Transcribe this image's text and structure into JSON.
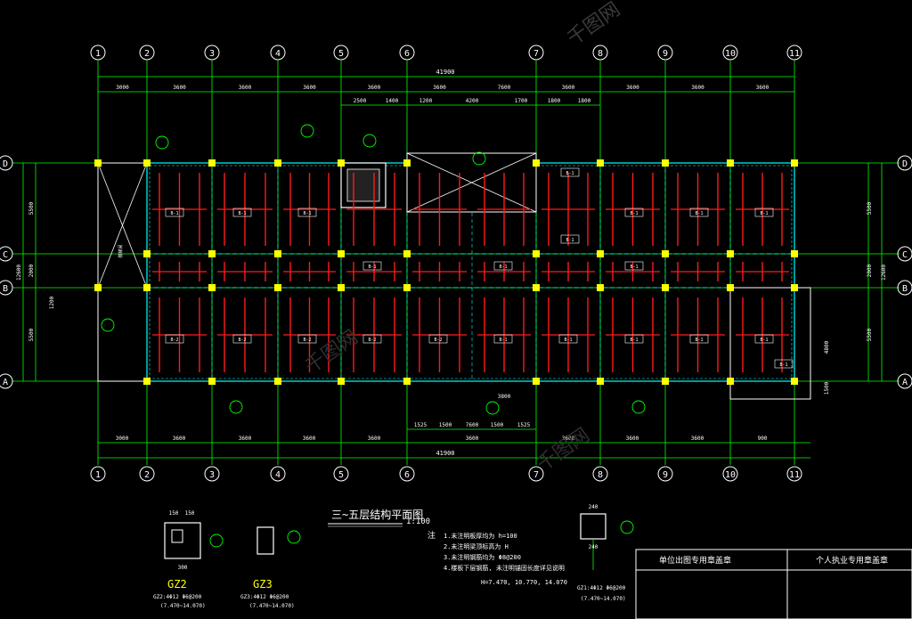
{
  "axes_top": [
    "1",
    "2",
    "3",
    "4",
    "5",
    "6",
    "7",
    "8",
    "9",
    "10",
    "11"
  ],
  "axes_bottom": [
    "1",
    "2",
    "3",
    "4",
    "5",
    "6",
    "7",
    "8",
    "9",
    "10",
    "11"
  ],
  "axes_rows": [
    "D",
    "C",
    "B",
    "A"
  ],
  "dims_top_total": "41900",
  "dims_top_bays": [
    "3000",
    "3600",
    "3600",
    "3600",
    "3600",
    "3600",
    "7600",
    "3600",
    "3600",
    "3600",
    "3600"
  ],
  "dims_top_sub": [
    "2500",
    "1400",
    "1200",
    "4200",
    "1700",
    "1800",
    "1800"
  ],
  "dims_bottom_total": "41900",
  "dims_bottom_bays": [
    "3000",
    "3600",
    "3600",
    "3600",
    "3600",
    "3600",
    "3600",
    "3600",
    "3600",
    "900"
  ],
  "dims_bottom_sub": [
    "1525",
    "1500",
    "7600",
    "1500",
    "1525"
  ],
  "dims_bottom_mid": "3800",
  "dims_left_total": "12600",
  "dims_left": [
    "5500",
    "2000",
    "1200",
    "5500"
  ],
  "dims_right_total": "12600",
  "dims_right": [
    "5500",
    "2000",
    "5500",
    "4800",
    "1500"
  ],
  "stair_label": "楼梯间",
  "slab_tags": [
    "B-1",
    "B-1",
    "B-1",
    "B-2",
    "B-2",
    "B-2",
    "B-2",
    "B-2",
    "B-1",
    "B-1",
    "B-1",
    "B-1",
    "B-1",
    "B-1",
    "B-1",
    "B-1",
    "B-1",
    "B-1",
    "B-1",
    "B-1",
    "B-1",
    "B-1"
  ],
  "plan_title": "三~五层结构平面图",
  "plan_scale": "1:100",
  "notes_label": "注",
  "notes": [
    "1.未注明板厚均为 h=100",
    "2.未注明梁顶标高为 H",
    "3.未注明钢筋均为 Φ8@200",
    "4.楼板下层钢筋, 未注明锚固长度详见说明",
    "H=7.470, 10.770, 14.070"
  ],
  "col_gz2": {
    "name": "GZ2",
    "dims": [
      "150",
      "150"
    ],
    "base": "300",
    "spec": [
      "GZ2:4Φ12 Φ6@200",
      "(7.470~14.070)"
    ]
  },
  "col_gz3": {
    "name": "GZ3",
    "spec": [
      "GZ3:4Φ12 Φ6@200",
      "(7.470~14.070)"
    ]
  },
  "col_gz1": {
    "name": "GZ1",
    "dims": [
      "240",
      "240"
    ],
    "spec": [
      "GZ1:4Φ12 Φ6@200",
      "(7.470~14.070)"
    ]
  },
  "title_block": {
    "left": "单位出图专用章盖章",
    "right": "个人执业专用章盖章"
  },
  "watermark": "千图网"
}
